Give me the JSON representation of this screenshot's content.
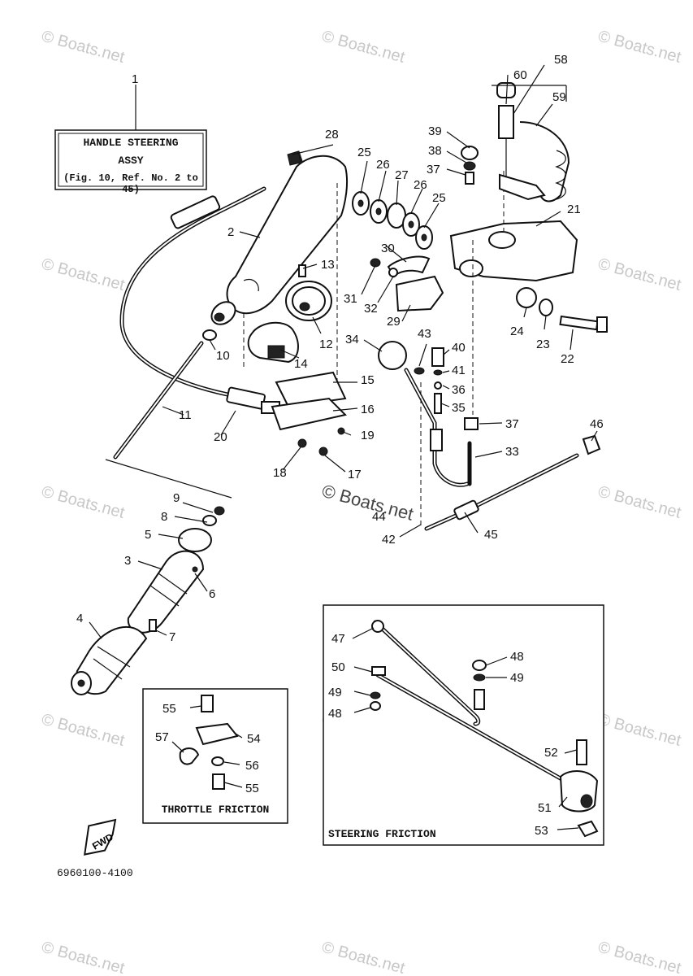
{
  "assembly_box": {
    "line1": "HANDLE STEERING",
    "line2": "ASSY",
    "line3": "(Fig. 10, Ref. No. 2 to 45)"
  },
  "inset_throttle": {
    "title": "THROTTLE FRICTION"
  },
  "inset_steering": {
    "title": "STEERING FRICTION"
  },
  "figure_code": "6960100-4100",
  "fwd_label": "FWD",
  "watermark": "© Boats.net",
  "callouts": [
    {
      "id": "c1",
      "label": "1"
    },
    {
      "id": "c2",
      "label": "2"
    },
    {
      "id": "c3",
      "label": "3"
    },
    {
      "id": "c4",
      "label": "4"
    },
    {
      "id": "c5",
      "label": "5"
    },
    {
      "id": "c6",
      "label": "6"
    },
    {
      "id": "c7",
      "label": "7"
    },
    {
      "id": "c8",
      "label": "8"
    },
    {
      "id": "c9",
      "label": "9"
    },
    {
      "id": "c10",
      "label": "10"
    },
    {
      "id": "c11",
      "label": "11"
    },
    {
      "id": "c12",
      "label": "12"
    },
    {
      "id": "c13",
      "label": "13"
    },
    {
      "id": "c14",
      "label": "14"
    },
    {
      "id": "c15",
      "label": "15"
    },
    {
      "id": "c16",
      "label": "16"
    },
    {
      "id": "c17",
      "label": "17"
    },
    {
      "id": "c18",
      "label": "18"
    },
    {
      "id": "c19",
      "label": "19"
    },
    {
      "id": "c20",
      "label": "20"
    },
    {
      "id": "c21",
      "label": "21"
    },
    {
      "id": "c22",
      "label": "22"
    },
    {
      "id": "c23",
      "label": "23"
    },
    {
      "id": "c24",
      "label": "24"
    },
    {
      "id": "c25a",
      "label": "25"
    },
    {
      "id": "c25b",
      "label": "25"
    },
    {
      "id": "c26a",
      "label": "26"
    },
    {
      "id": "c26b",
      "label": "26"
    },
    {
      "id": "c27",
      "label": "27"
    },
    {
      "id": "c28",
      "label": "28"
    },
    {
      "id": "c29",
      "label": "29"
    },
    {
      "id": "c30",
      "label": "30"
    },
    {
      "id": "c31",
      "label": "31"
    },
    {
      "id": "c32",
      "label": "32"
    },
    {
      "id": "c33",
      "label": "33"
    },
    {
      "id": "c34",
      "label": "34"
    },
    {
      "id": "c35",
      "label": "35"
    },
    {
      "id": "c36",
      "label": "36"
    },
    {
      "id": "c37a",
      "label": "37"
    },
    {
      "id": "c37b",
      "label": "37"
    },
    {
      "id": "c38",
      "label": "38"
    },
    {
      "id": "c39",
      "label": "39"
    },
    {
      "id": "c40",
      "label": "40"
    },
    {
      "id": "c41",
      "label": "41"
    },
    {
      "id": "c42",
      "label": "42"
    },
    {
      "id": "c43",
      "label": "43"
    },
    {
      "id": "c44",
      "label": "44"
    },
    {
      "id": "c45",
      "label": "45"
    },
    {
      "id": "c46",
      "label": "46"
    },
    {
      "id": "c47",
      "label": "47"
    },
    {
      "id": "c48a",
      "label": "48"
    },
    {
      "id": "c48b",
      "label": "48"
    },
    {
      "id": "c49a",
      "label": "49"
    },
    {
      "id": "c49b",
      "label": "49"
    },
    {
      "id": "c50",
      "label": "50"
    },
    {
      "id": "c51",
      "label": "51"
    },
    {
      "id": "c52",
      "label": "52"
    },
    {
      "id": "c53",
      "label": "53"
    },
    {
      "id": "c54",
      "label": "54"
    },
    {
      "id": "c55a",
      "label": "55"
    },
    {
      "id": "c55b",
      "label": "55"
    },
    {
      "id": "c56",
      "label": "56"
    },
    {
      "id": "c57",
      "label": "57"
    },
    {
      "id": "c58",
      "label": "58"
    },
    {
      "id": "c59",
      "label": "59"
    },
    {
      "id": "c60",
      "label": "60"
    }
  ]
}
